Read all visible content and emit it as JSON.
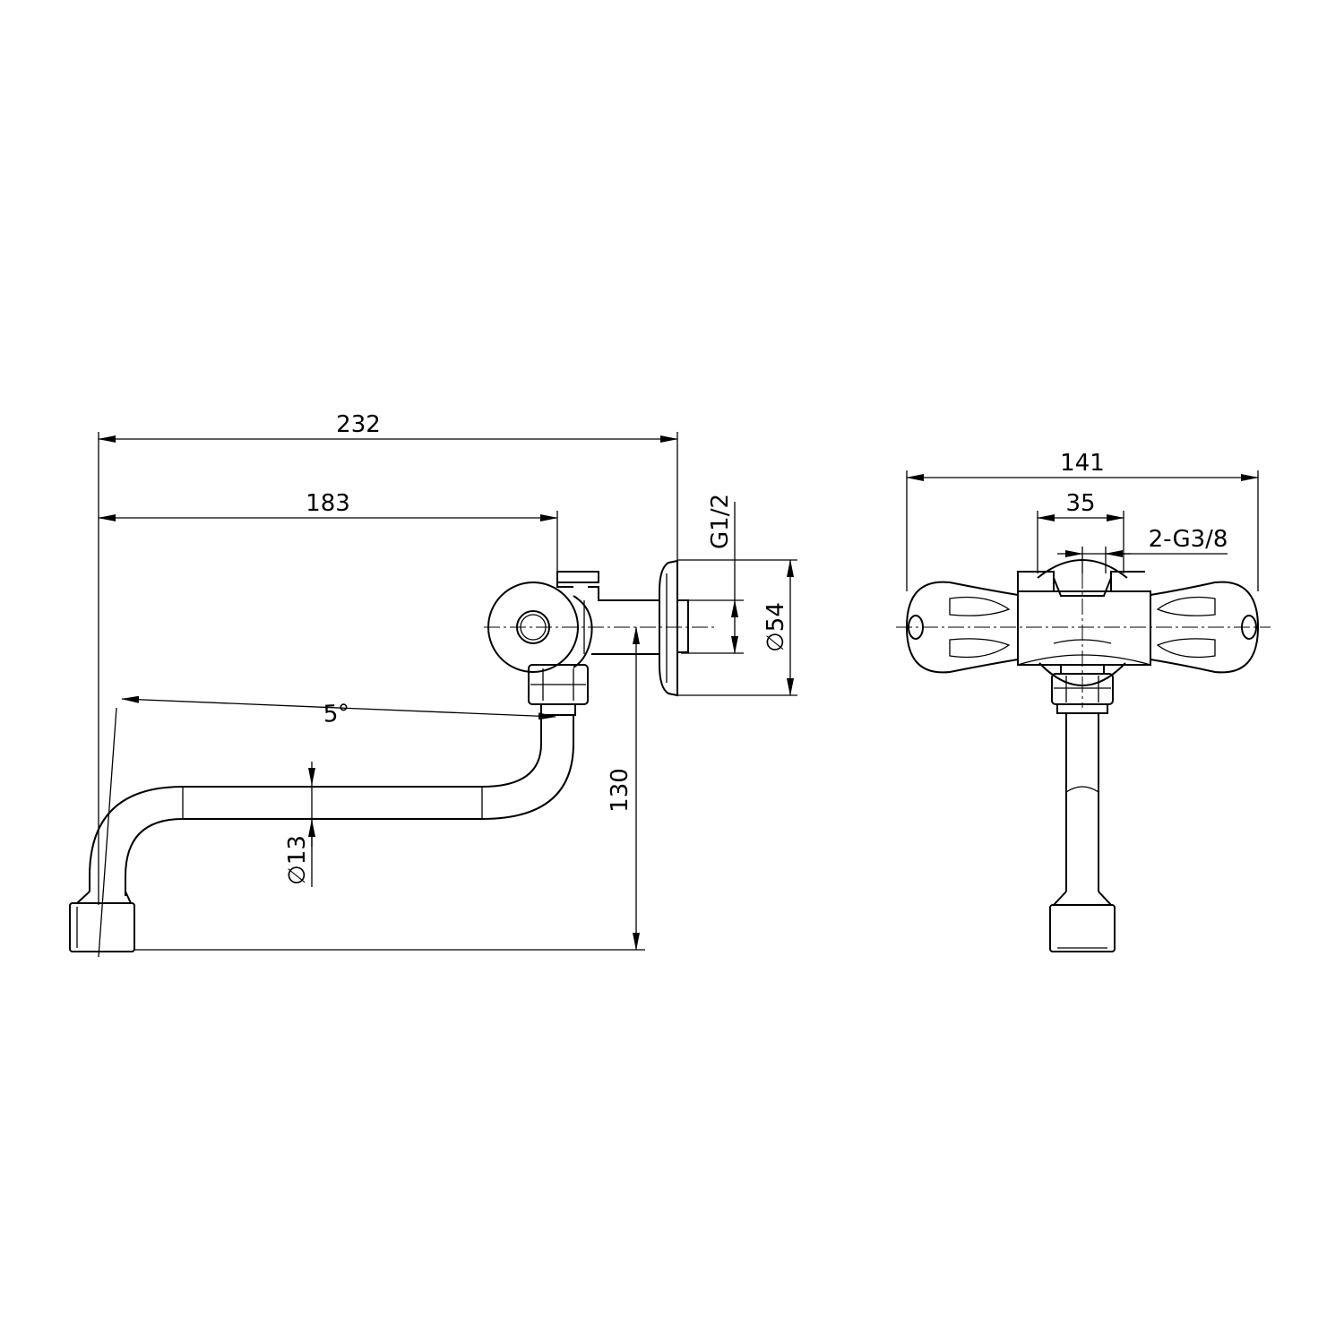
{
  "side_view": {
    "overall_length": "232",
    "spout_reach": "183",
    "angle": "5°",
    "pipe_diameter": "∅13",
    "height": "130",
    "thread": "G1/2",
    "flange_diameter": "∅54"
  },
  "front_view": {
    "overall_width": "141",
    "inlet_spacing": "35",
    "inlet_thread": "2-G3/8"
  },
  "colors": {
    "line": "#000000",
    "background": "#ffffff"
  }
}
